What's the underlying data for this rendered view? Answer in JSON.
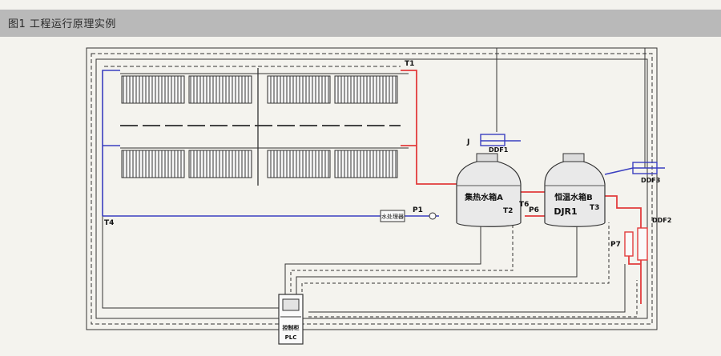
{
  "header": {
    "title": "图1 工程运行原理实例"
  },
  "labels": {
    "t1": "T1",
    "t2": "T2",
    "t3": "T3",
    "t4": "T4",
    "t6": "T6",
    "p1": "P1",
    "p6": "P6",
    "p7": "P7",
    "ddf1": "DDF1",
    "ddf2": "DDF2",
    "ddf3": "DDF3",
    "j": "J",
    "tank_a": "集热水箱A",
    "tank_b": "恒温水箱B",
    "djr1": "DJR1",
    "filter": "水处理器",
    "plc_top": "控制柜",
    "plc_bottom": "PLC"
  },
  "colors": {
    "hot": "#e23c3c",
    "cold": "#3a3fc0",
    "control": "#222222",
    "header_band": "#b9b9b9",
    "background": "#f4f3ee"
  }
}
